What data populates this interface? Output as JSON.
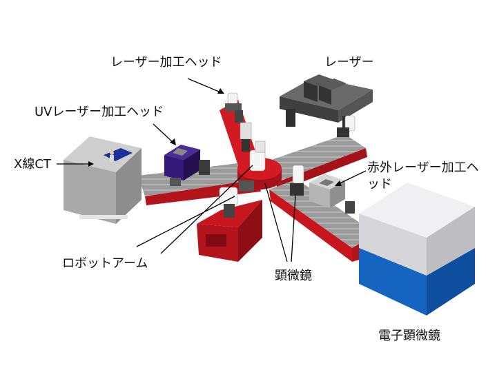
{
  "labels": {
    "laser_head": "レーザー加工ヘッド",
    "uv_laser_head": "UVレーザー加工ヘッド",
    "laser": "レーザー",
    "xray_ct": "X線CT",
    "ir_laser_head": "赤外レーザー加工ヘッド",
    "robot_arm": "ロボットアーム",
    "microscope": "顕微鏡",
    "electron_microscope": "電子顕微鏡"
  },
  "colors": {
    "conveyor_red": "#c8161e",
    "rail_gray": "#8a8a8a",
    "uv_head_purple": "#3a1f7a",
    "xct_gray": "#a9a9a9",
    "em_blue": "#1565c0",
    "em_light": "#e8e8ec",
    "laser_dark": "#4a4a4a",
    "robot_white": "#f2f2f2"
  }
}
